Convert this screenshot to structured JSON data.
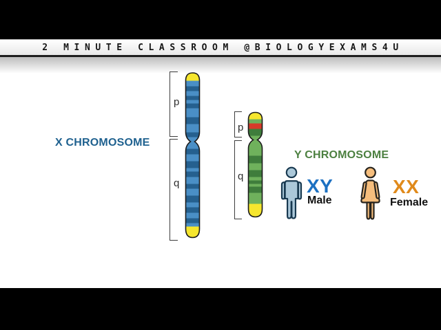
{
  "banner": {
    "text": "2 MINUTE CLASSROOM @BIOLOGYEXAMS4U"
  },
  "diagram": {
    "x_chromosome": {
      "label": "X CHROMOSOME",
      "label_color": "#1F618F",
      "arm_labels": {
        "p": "p",
        "q": "q"
      },
      "colors": {
        "yellow": "#F6E62E",
        "med": "#4A8FC6",
        "dark": "#25608F",
        "red": "#D63A2A"
      },
      "bands": [
        [
          "yellow",
          13
        ],
        [
          "med",
          8
        ],
        [
          "dark",
          7
        ],
        [
          "med",
          7
        ],
        [
          "dark",
          6
        ],
        [
          "med",
          5
        ],
        [
          "dark",
          7
        ],
        [
          "med",
          13
        ],
        [
          "dark",
          10
        ],
        [
          "med",
          12
        ],
        [
          "dark",
          7
        ],
        [
          "med",
          17
        ],
        [
          "dark",
          8
        ],
        [
          "med",
          10
        ],
        [
          "dark",
          10
        ],
        [
          "med",
          5
        ],
        [
          "dark",
          8
        ],
        [
          "med",
          10
        ],
        [
          "dark",
          7
        ],
        [
          "med",
          10
        ],
        [
          "dark",
          10
        ],
        [
          "med",
          7
        ],
        [
          "dark",
          8
        ],
        [
          "med",
          8
        ],
        [
          "dark",
          7
        ],
        [
          "med",
          5
        ],
        [
          "yellow",
          17
        ]
      ]
    },
    "y_chromosome": {
      "label": "Y CHROMOSOME",
      "label_color": "#4C8040",
      "arm_labels": {
        "p": "p",
        "q": "q"
      },
      "colors": {
        "yellow": "#F6E62E",
        "med": "#6FB15C",
        "dark": "#3F7D3C",
        "red": "#D63A2A"
      },
      "bands": [
        [
          "yellow",
          12
        ],
        [
          "med",
          6
        ],
        [
          "red",
          8
        ],
        [
          "dark",
          10
        ],
        [
          "med",
          29
        ],
        [
          "dark",
          11
        ],
        [
          "med",
          10
        ],
        [
          "dark",
          10
        ],
        [
          "med",
          5
        ],
        [
          "dark",
          5
        ],
        [
          "med",
          4
        ],
        [
          "dark",
          9
        ],
        [
          "med",
          16
        ],
        [
          "yellow",
          20
        ]
      ]
    },
    "male": {
      "karyotype": "XY",
      "label": "Male",
      "karyotype_color": "#1D71C2",
      "figure_fill": "#ABC8D9",
      "figure_stroke": "#17384F"
    },
    "female": {
      "karyotype": "XX",
      "label": "Female",
      "karyotype_color": "#E08A1B",
      "figure_fill": "#F6BE7D",
      "figure_stroke": "#27241E"
    }
  }
}
